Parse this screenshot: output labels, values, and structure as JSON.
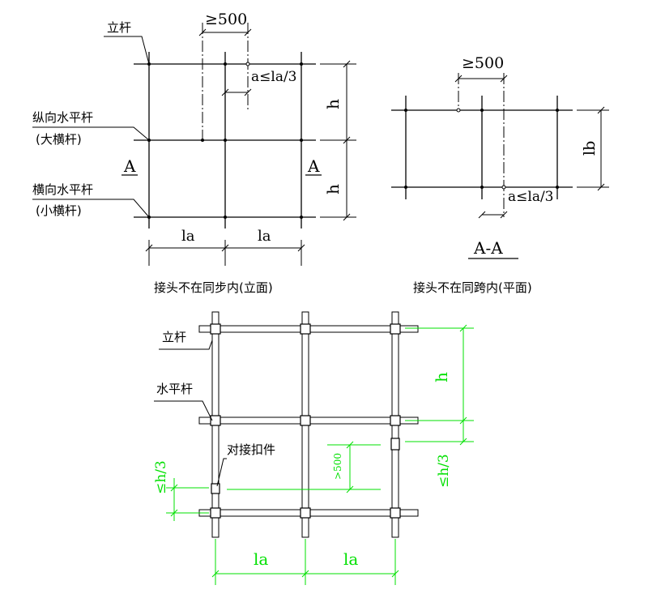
{
  "elevation": {
    "label_upright": "立杆",
    "label_long_bar_line1": "纵向水平杆",
    "label_long_bar_line2": "(大横杆)",
    "label_cross_bar_line1": "横向水平杆",
    "label_cross_bar_line2": "(小横杆)",
    "section_mark_left": "A",
    "section_mark_right": "A",
    "dim_500": "≥500",
    "dim_a": "a≤la/3",
    "dim_h_top": "h",
    "dim_h_bottom": "h",
    "dim_la_left": "la",
    "dim_la_right": "la",
    "caption": "接头不在同步内(立面)"
  },
  "plan": {
    "dim_500": "≥500",
    "dim_lb": "lb",
    "dim_a": "a≤la/3",
    "section_title": "A-A",
    "caption": "接头不在同跨内(平面)"
  },
  "detail": {
    "label_upright": "立杆",
    "label_horizontal_bar": "水平杆",
    "label_butt_coupler": "对接扣件",
    "dim_500": ">500",
    "dim_h": "h",
    "dim_h3_right": "≤h/3",
    "dim_h3_left": "≤h/3",
    "dim_la_left": "la",
    "dim_la_right": "la",
    "accent_color": "#00e000"
  }
}
